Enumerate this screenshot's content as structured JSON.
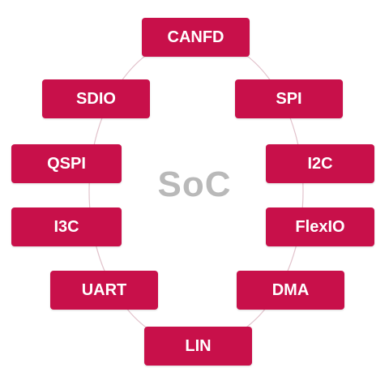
{
  "center": "SoC",
  "colors": {
    "node_fill": "#c8104a",
    "node_text": "#ffffff",
    "center_text": "#b9b9b9",
    "ring_stroke": "#e2c3cc"
  },
  "nodes": [
    {
      "id": "canfd",
      "label": "CANFD"
    },
    {
      "id": "spi",
      "label": "SPI"
    },
    {
      "id": "i2c",
      "label": "I2C"
    },
    {
      "id": "flexio",
      "label": "FlexIO"
    },
    {
      "id": "dma",
      "label": "DMA"
    },
    {
      "id": "lin",
      "label": "LIN"
    },
    {
      "id": "uart",
      "label": "UART"
    },
    {
      "id": "i3c",
      "label": "I3C"
    },
    {
      "id": "qspi",
      "label": "QSPI"
    },
    {
      "id": "sdio",
      "label": "SDIO"
    }
  ]
}
